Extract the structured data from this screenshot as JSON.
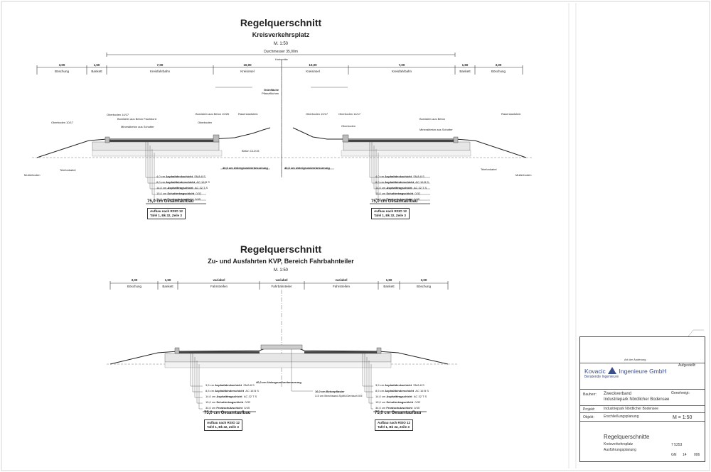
{
  "sheet": {
    "top": {
      "title": "Regelquerschnitt",
      "subtitle": "Kreisverkehrsplatz",
      "scale": "M. 1:50",
      "diameter": "Durchmesser 35,00m",
      "axis": "Kreismitte",
      "dims_left": [
        "3,00",
        "1,50",
        "7,00",
        "10,00"
      ],
      "dims_right": [
        "10,00",
        "7,00",
        "1,50",
        "3,00"
      ],
      "labels_left": [
        "Böschung",
        "Bankett",
        "Kreisfahrbahn",
        "Kreisinsel"
      ],
      "labels_right": [
        "Kreisinsel",
        "Kreisfahrbahn",
        "Bankett",
        "Böschung"
      ],
      "center_note": [
        "Grünfläche",
        "Pflanzflächen"
      ],
      "annot_left": [
        "Oberboden 10/17",
        "Oberboden 14/17",
        "Rasenkantstein",
        "Bordstein aus Beton Flachbord",
        "Bordstein aus Beton 10/25",
        "Mineralbeton aus Schotter",
        "Oberboden",
        "Mutterboden",
        "Telefonkabel",
        "Beton C12/15"
      ],
      "annot_right": [
        "Oberboden 14/17",
        "Oberboden 10/17",
        "Bordstein aus Beton",
        "Mineralbeton aus Schotter",
        "Rasenkantstein",
        "Telefonkabel",
        "Oberboden",
        "Mutterboden"
      ],
      "frost": "40,0 cm Untergrundverbesserung",
      "layers": [
        {
          "d": "4,0",
          "u": "cm",
          "name": "Asphaltdeckschicht",
          "mat": "SMA 8 S"
        },
        {
          "d": "8,0",
          "u": "cm",
          "name": "Asphaltbinderschicht",
          "mat": "AC 16 B S"
        },
        {
          "d": "14,0",
          "u": "cm",
          "name": "Asphalttragschicht",
          "mat": "AC 32 T S"
        },
        {
          "d": "15,0",
          "u": "cm",
          "name": "Schottertragschicht",
          "mat": "0/32"
        },
        {
          "d": "34,0",
          "u": "cm",
          "name": "Frostschutzschicht",
          "mat": "0/45"
        }
      ],
      "total": "75,0 cm Gesamtaufbau",
      "rsto": [
        "Aufbau nach RStO 12",
        "Tafel 1, Bk 32, Zeile 3"
      ]
    },
    "bottom": {
      "title": "Regelquerschnitt",
      "subtitle": "Zu- und Ausfahrten KVP, Bereich Fahrbahnteiler",
      "scale": "M. 1:50",
      "dims": [
        "3,00",
        "1,50",
        "variabel",
        "variabel",
        "variabel",
        "1,50",
        "3,00"
      ],
      "labels": [
        "Böschung",
        "Bankett",
        "Fahrstreifen",
        "Fahrbahnteiler",
        "Fahrstreifen",
        "Bankett",
        "Böschung"
      ],
      "frost": "40,0 cm Untergrundverbesserung",
      "island": [
        "16,0 cm Betonpflaster",
        "3-5 cm Brechsand-Splitt-Gemisch 0/5"
      ],
      "layers": [
        {
          "d": "3,5",
          "u": "cm",
          "name": "Asphaltdeckschicht",
          "mat": "SMA 8 S"
        },
        {
          "d": "8,5",
          "u": "cm",
          "name": "Asphaltbinderschicht",
          "mat": "AC 16 B S"
        },
        {
          "d": "14,0",
          "u": "cm",
          "name": "Asphalttragschicht",
          "mat": "AC 32 T S"
        },
        {
          "d": "15,0",
          "u": "cm",
          "name": "Schottertragschicht",
          "mat": "0/32"
        },
        {
          "d": "34,0",
          "u": "cm",
          "name": "Frostschutzschicht",
          "mat": "0/45"
        }
      ],
      "total": "75,0 cm Gesamtaufbau",
      "rsto": [
        "Aufbau nach RStO 12",
        "Tafel 1, Bk 32, Zeile 3"
      ]
    }
  },
  "titleblock": {
    "company": "Kovacic",
    "company2": "Ingenieure GmbH",
    "tagline": "Beratende Ingenieure",
    "bauherr_label": "Bauherr:",
    "bauherr": [
      "Zweckverband",
      "Industriepark Nördlicher Bodensee"
    ],
    "projekt_label": "Projekt:",
    "projekt": "Industriepark Nördlicher Bodensee",
    "objekt_label": "Objekt:",
    "objekt": "Erschließungsplanung",
    "scale": "M = 1:50",
    "plan_title": "Regelquerschnitte",
    "plan_sub": [
      "Kreisverkehrsplatz",
      "Ausführungsplanung"
    ],
    "project_no": "7 5253",
    "plan_no": [
      "GN",
      "14",
      "006"
    ],
    "revision_label": "Art der Änderung",
    "aufgestellt": "Aufgestellt:",
    "genehmigt": "Genehmigt:"
  }
}
